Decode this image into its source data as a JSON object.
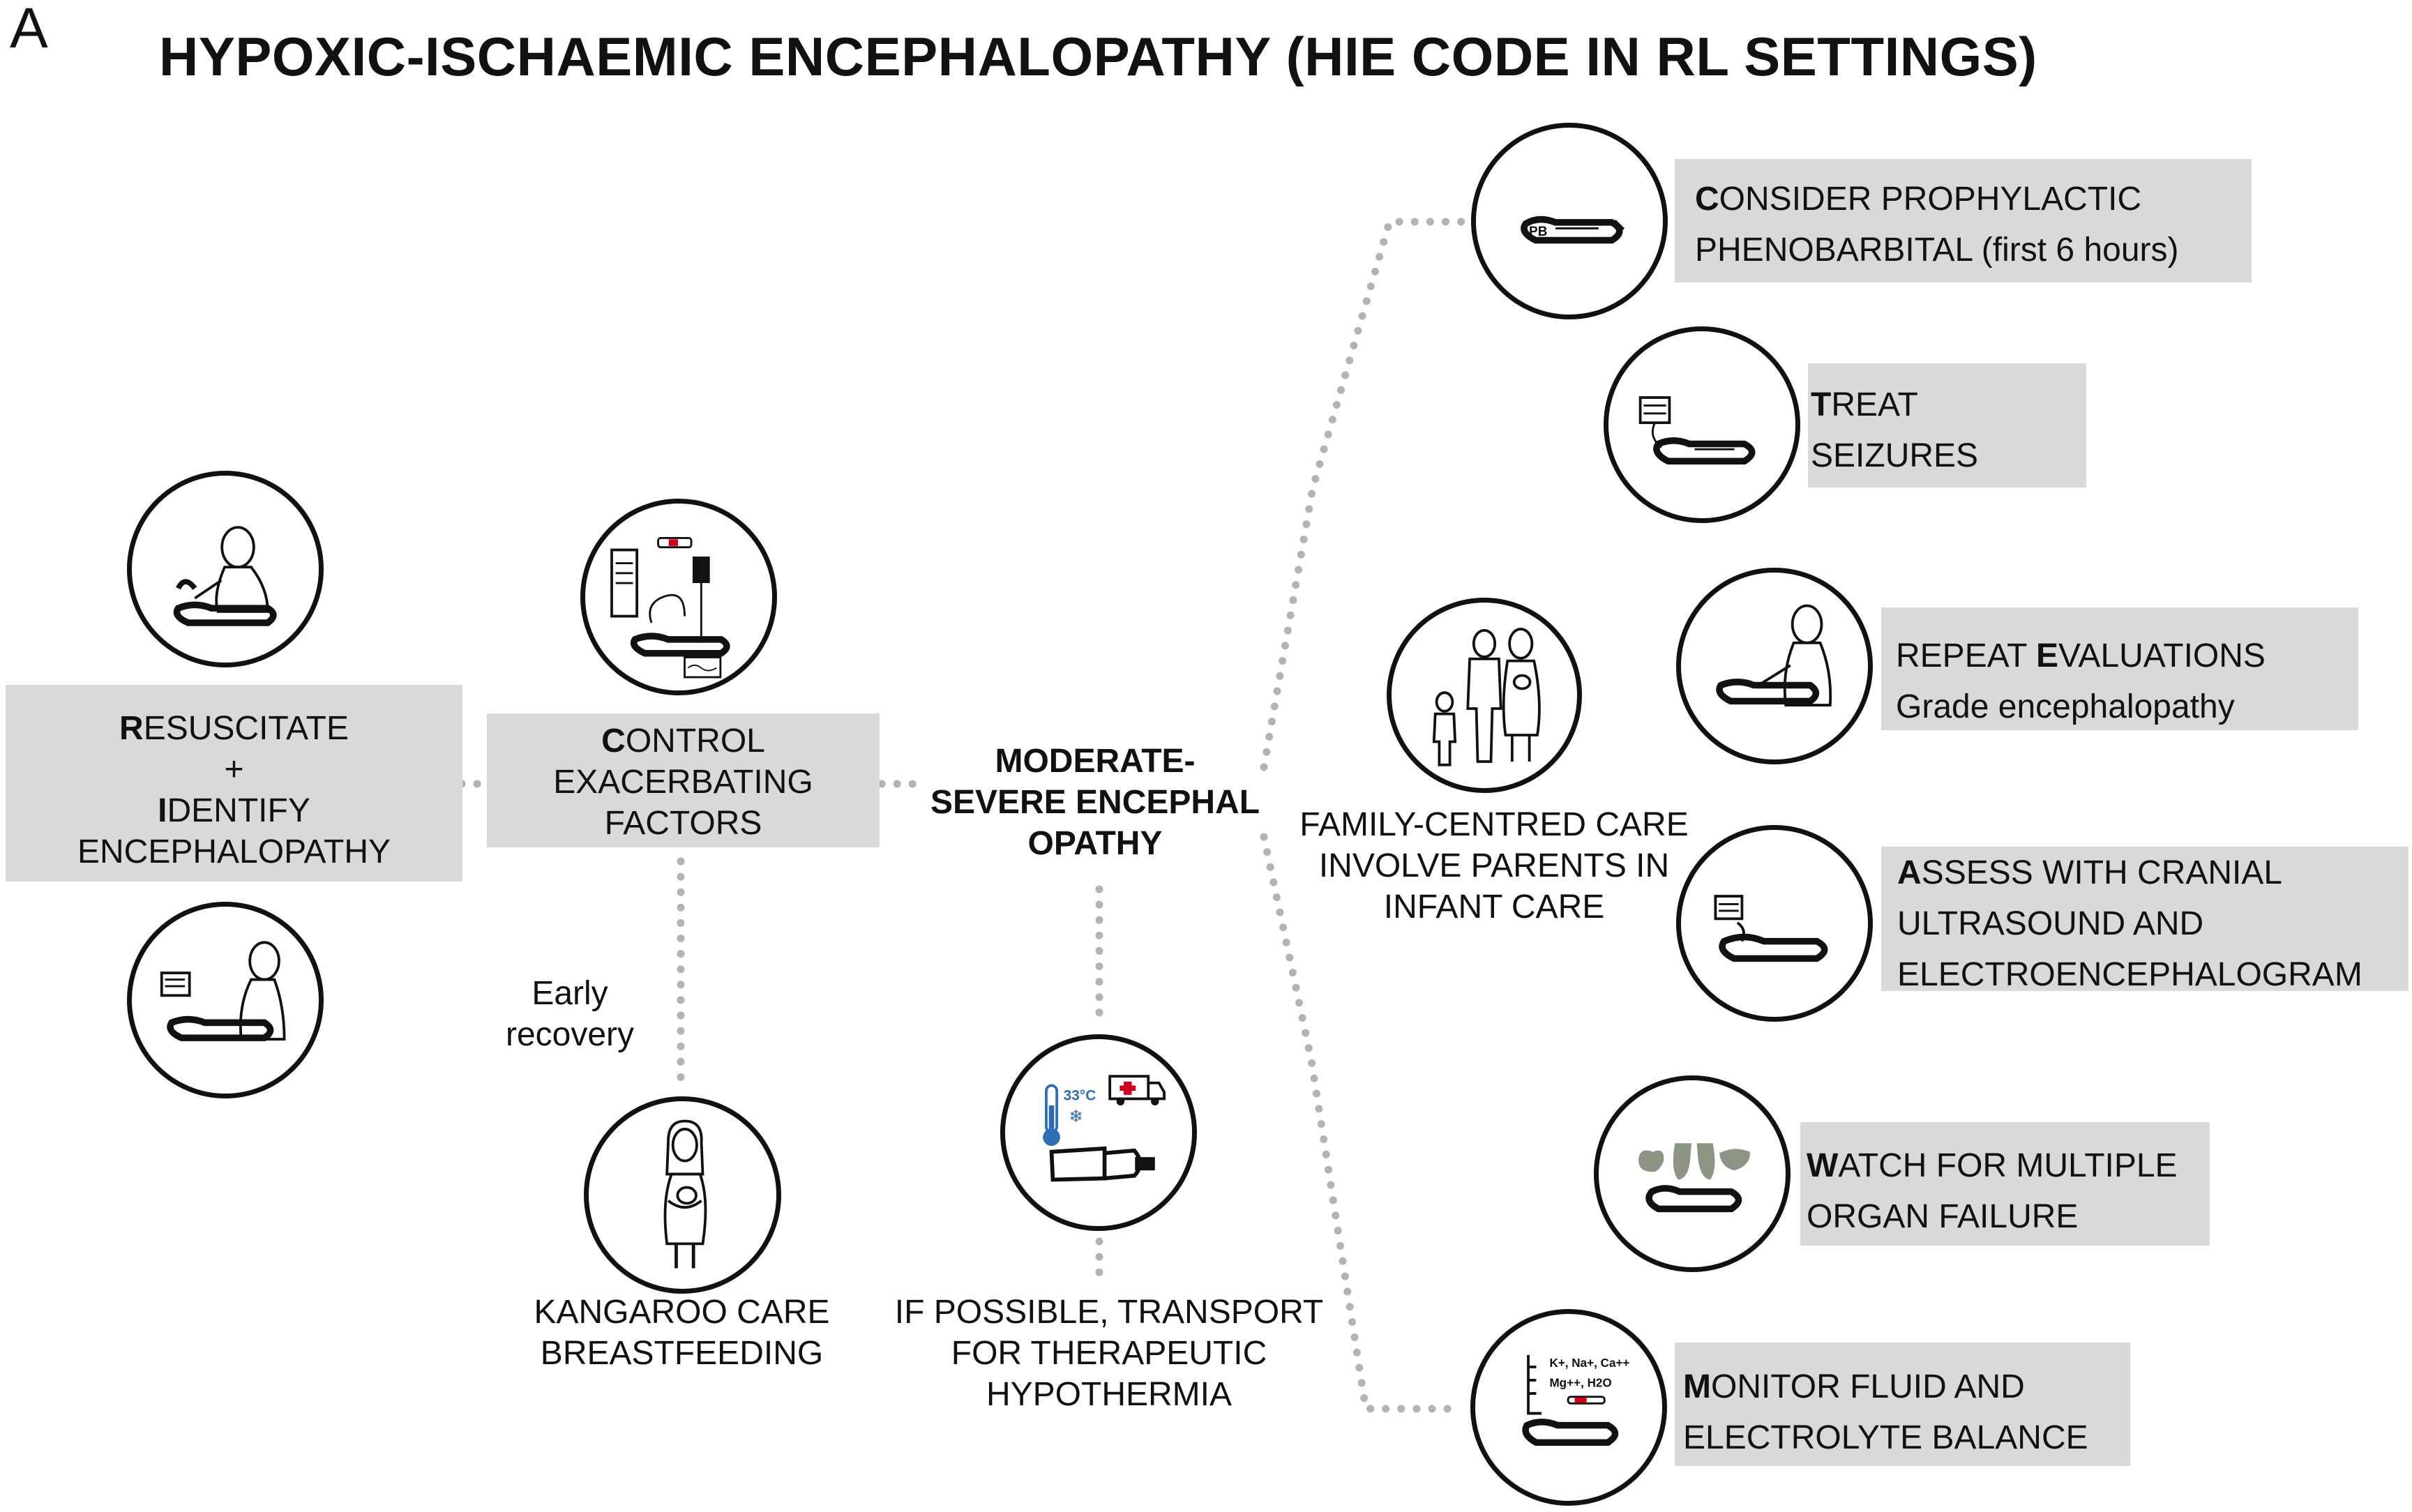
{
  "panel_letter": "A",
  "title": "HYPOXIC-ISCHAEMIC ENCEPHALOPATHY (HIE CODE IN RL SETTINGS)",
  "steps": {
    "resuscitate": {
      "bold": "R",
      "rest": "ESUSCITATE",
      "plus": "+",
      "bold2": "I",
      "rest2": "DENTIFY",
      "line3": "ENCEPHALOPATHY"
    },
    "control": {
      "bold": "C",
      "rest": "ONTROL",
      "line2": "EXACERBATING",
      "line3": "FACTORS"
    },
    "center": {
      "line1": "MODERATE-",
      "line2": "SEVERE ENCEPHAL",
      "line3": "OPATHY"
    },
    "early_recovery": {
      "line1": "Early",
      "line2": "recovery"
    },
    "kangaroo": {
      "line1": "KANGAROO CARE",
      "line2": "BREASTFEEDING"
    },
    "transport": {
      "line1": "IF POSSIBLE, TRANSPORT",
      "line2": "FOR THERAPEUTIC",
      "line3": "HYPOTHERMIA"
    },
    "family": {
      "line1": "FAMILY-CENTRED CARE",
      "line2": "INVOLVE PARENTS IN",
      "line3": "INFANT CARE"
    },
    "consider": {
      "bold": "C",
      "rest": "ONSIDER PROPHYLACTIC",
      "line2": "PHENOBARBITAL (first 6 hours)"
    },
    "treat": {
      "bold": "T",
      "rest": "REAT",
      "line2": "SEIZURES"
    },
    "repeat": {
      "pre": "REPEAT ",
      "bold": "E",
      "rest": "VALUATIONS",
      "line2": "Grade encephalopathy"
    },
    "assess": {
      "bold": "A",
      "rest": "SSESS WITH CRANIAL",
      "line2": "ULTRASOUND AND",
      "line3": "ELECTROENCEPHALOGRAM"
    },
    "watch": {
      "bold": "W",
      "rest": "ATCH FOR MULTIPLE",
      "line2": "ORGAN FAILURE"
    },
    "monitor": {
      "bold": "M",
      "rest": "ONITOR FLUID AND",
      "line2": "ELECTROLYTE BALANCE"
    }
  },
  "icon_labels": {
    "pb": "PB",
    "temp": "33°C",
    "electrolytes1": "K+, Na+, Ca++",
    "electrolytes2": "Mg++, H2O"
  },
  "colors": {
    "box_fill": "#d9d9d9",
    "dots": "#b3b3b3",
    "ink": "#111111",
    "thermo_blue": "#2f6db5",
    "ambulance_red": "#d0021b",
    "organ_green": "#8c9484"
  }
}
